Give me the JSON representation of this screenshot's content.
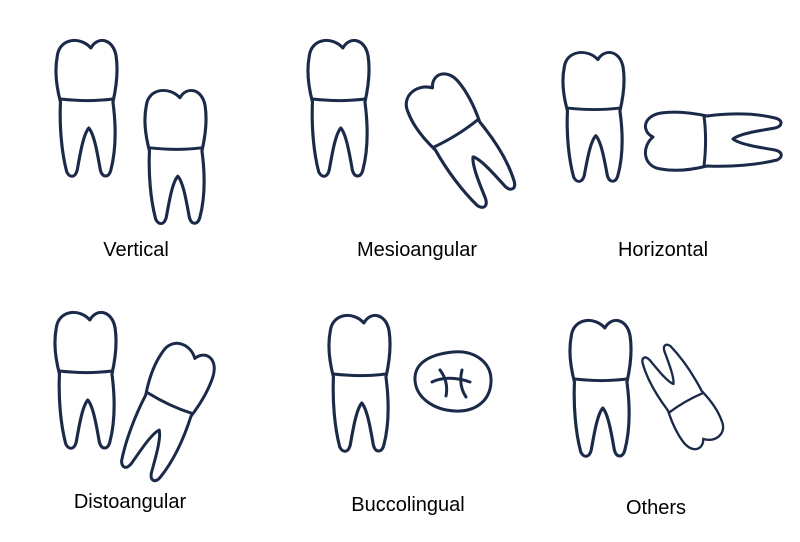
{
  "colors": {
    "stroke": "#1c2a4a",
    "background": "#ffffff",
    "text": "#000000"
  },
  "panels": [
    {
      "id": "vertical",
      "label": "Vertical"
    },
    {
      "id": "mesioangular",
      "label": "Mesioangular"
    },
    {
      "id": "horizontal",
      "label": "Horizontal"
    },
    {
      "id": "distoangular",
      "label": "Distoangular"
    },
    {
      "id": "buccolingual",
      "label": "Buccolingual"
    },
    {
      "id": "others",
      "label": "Others"
    }
  ]
}
